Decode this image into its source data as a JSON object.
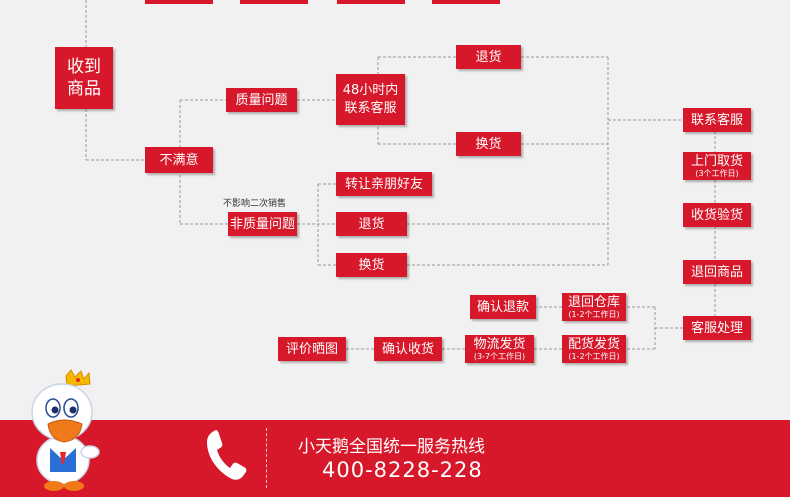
{
  "flow": {
    "receive": "收到\n商品",
    "unsatisfied": "不满意",
    "quality_issue": "质量问题",
    "contact_48h": "48小时内\n联系客服",
    "return_top": "退货",
    "exchange_top": "换货",
    "no_impact_note": "不影响二次销售",
    "non_quality_issue": "非质量问题",
    "transfer_friends": "转让亲朋好友",
    "return_mid": "退货",
    "exchange_mid": "换货",
    "contact_service": "联系客服",
    "pickup_title": "上门取货",
    "pickup_sub": "(3个工作日)",
    "receive_inspect": "收货验货",
    "return_goods": "退回商品",
    "service_process": "客服处理",
    "return_warehouse_title": "退回仓库",
    "return_warehouse_sub": "(1-2个工作日)",
    "confirm_refund": "确认退款",
    "ship_replacement_title": "配货发货",
    "ship_replacement_sub": "(1-2个工作日)",
    "logistics_title": "物流发货",
    "logistics_sub": "(3-7个工作日)",
    "confirm_receipt": "确认收货",
    "review_photo": "评价晒图"
  },
  "footer": {
    "hotline_label": "小天鹅全国统一服务热线",
    "hotline_number": "400-8228-228",
    "phone_icon": "phone-icon",
    "mascot": "swan-mascot"
  },
  "colors": {
    "box_red": "#d7182a",
    "line_gray": "#999999",
    "background": "#f1f1f1",
    "footer_red": "#d7182a"
  }
}
